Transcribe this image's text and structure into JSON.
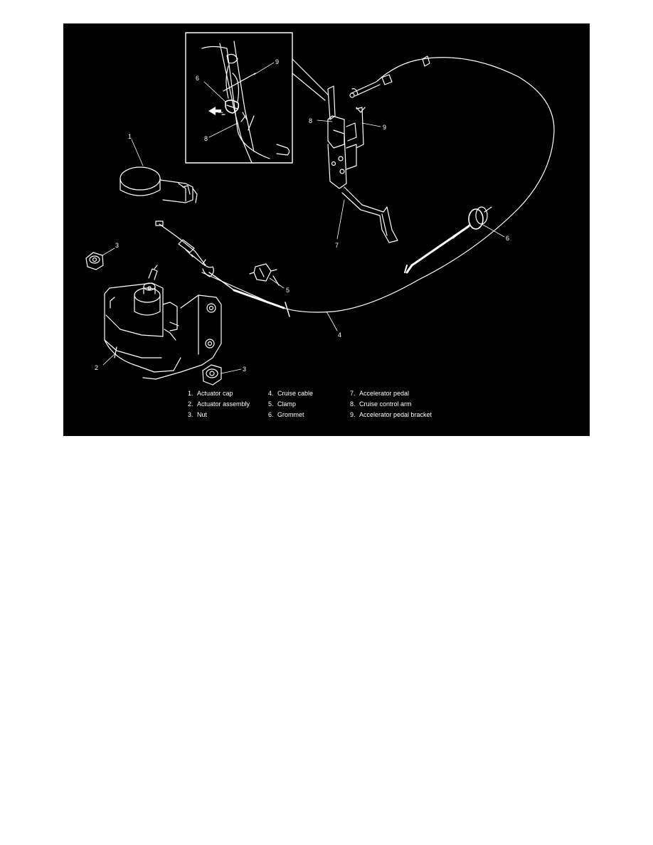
{
  "figure": {
    "background": "#000000",
    "line_color": "#ffffff"
  },
  "callouts": {
    "inset_6": "6",
    "inset_9": "9",
    "inset_8": "8",
    "main_8": "8",
    "main_9": "9",
    "main_1": "1",
    "main_7": "7",
    "main_6": "6",
    "main_3_top": "3",
    "main_5": "5",
    "main_4": "4",
    "main_2": "2",
    "main_3_bottom": "3"
  },
  "legend": {
    "items": [
      {
        "num": "1.",
        "text": "Actuator cap"
      },
      {
        "num": "2.",
        "text": "Actuator assembly"
      },
      {
        "num": "3.",
        "text": "Nut"
      },
      {
        "num": "4.",
        "text": "Cruise cable"
      },
      {
        "num": "5.",
        "text": "Clamp"
      },
      {
        "num": "6.",
        "text": "Grommet"
      },
      {
        "num": "7.",
        "text": "Accelerator pedal"
      },
      {
        "num": "8.",
        "text": "Cruise control arm"
      },
      {
        "num": "9.",
        "text": "Accelerator pedal bracket"
      }
    ]
  }
}
